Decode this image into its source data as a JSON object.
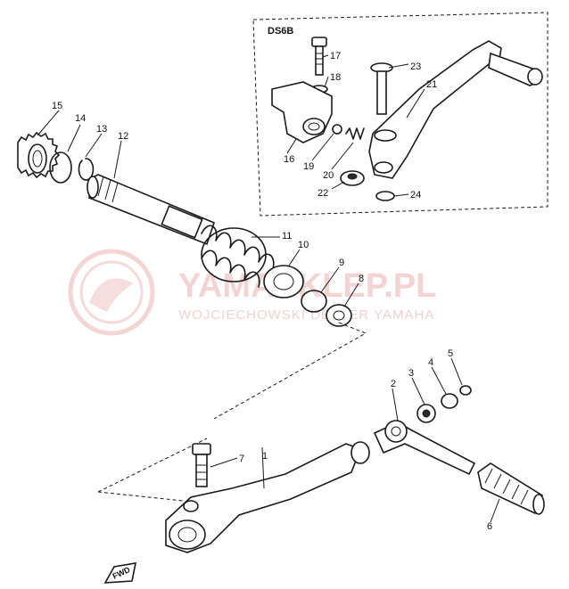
{
  "inset_box": {
    "label": "DS6B"
  },
  "parts": [
    {
      "id": "1"
    },
    {
      "id": "2"
    },
    {
      "id": "3"
    },
    {
      "id": "4"
    },
    {
      "id": "5"
    },
    {
      "id": "6"
    },
    {
      "id": "7"
    },
    {
      "id": "8"
    },
    {
      "id": "9"
    },
    {
      "id": "10"
    },
    {
      "id": "11"
    },
    {
      "id": "12"
    },
    {
      "id": "13"
    },
    {
      "id": "14"
    },
    {
      "id": "15"
    },
    {
      "id": "16"
    },
    {
      "id": "17"
    },
    {
      "id": "18"
    },
    {
      "id": "19"
    },
    {
      "id": "20"
    },
    {
      "id": "21"
    },
    {
      "id": "22"
    },
    {
      "id": "23"
    },
    {
      "id": "24"
    }
  ],
  "watermark": {
    "title": "YAMASKLEP.PL",
    "subtitle": "WOJCIECHOWSKI DEALER YAMAHA",
    "color": "#e8a0a0"
  },
  "direction_marker": {
    "text": "FWD"
  }
}
